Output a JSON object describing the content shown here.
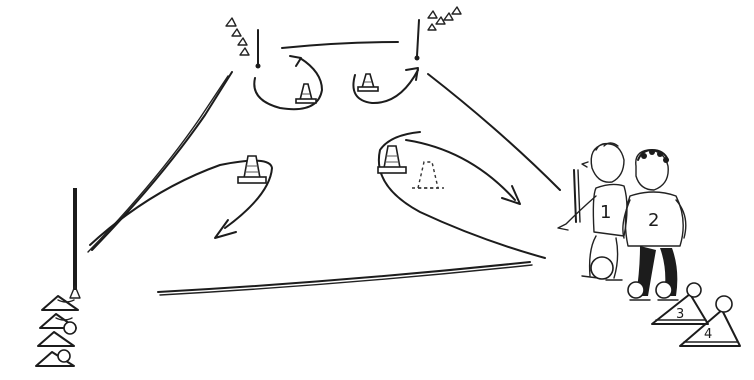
{
  "players": [
    {
      "number": "1"
    },
    {
      "number": "2"
    }
  ],
  "cone_stack_labels": [
    "3",
    "4"
  ],
  "colors": {
    "ink": "#1c1c1c",
    "background": "#ffffff"
  }
}
